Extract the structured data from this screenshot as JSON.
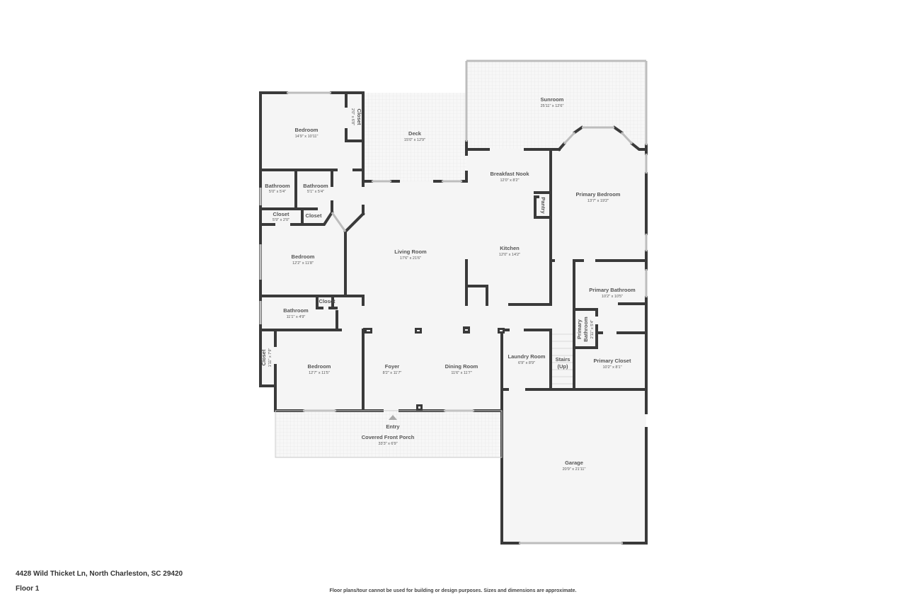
{
  "address": "4428 Wild Thicket Ln, North Charleston, SC 29420",
  "floor_label": "Floor 1",
  "disclaimer": "Floor plans/tour cannot be used for building or design purposes. Sizes and dimensions are approximate.",
  "colors": {
    "wall": "#3a3a3a",
    "floor": "#f5f5f5",
    "window": "#bdbdbd",
    "text": "#555555",
    "background": "#ffffff"
  },
  "entry_label": "Entry",
  "rooms": {
    "bedroom_nw": {
      "name": "Bedroom",
      "dims": "14'9\" x 10'11\""
    },
    "closet_nw": {
      "name": "Closet",
      "dims": "2'0\" x 6'8\""
    },
    "deck": {
      "name": "Deck",
      "dims": "15'0\" x 12'9\""
    },
    "sunroom": {
      "name": "Sunroom",
      "dims": "25'11\" x 12'6\""
    },
    "breakfast_nook": {
      "name": "Breakfast Nook",
      "dims": "12'0\" x 8'2\""
    },
    "pantry": {
      "name": "Pantry",
      "dims": ""
    },
    "primary_bedroom": {
      "name": "Primary Bedroom",
      "dims": "13'7\" x 19'2\""
    },
    "bathroom_1": {
      "name": "Bathroom",
      "dims": "5'0\" x 5'4\""
    },
    "bathroom_2": {
      "name": "Bathroom",
      "dims": "5'1\" x 5'4\""
    },
    "closet_w1": {
      "name": "Closet",
      "dims": "5'9\" x 2'0\""
    },
    "closet_w2": {
      "name": "Closet",
      "dims": ""
    },
    "bedroom_w": {
      "name": "Bedroom",
      "dims": "12'2\" x 11'8\""
    },
    "living_room": {
      "name": "Living Room",
      "dims": "17'6\" x 21'6\""
    },
    "kitchen": {
      "name": "Kitchen",
      "dims": "12'0\" x 14'2\""
    },
    "bathroom_3": {
      "name": "Bathroom",
      "dims": "11'1\" x 4'9\""
    },
    "closet_w3": {
      "name": "Closet",
      "dims": ""
    },
    "closet_sw": {
      "name": "Closet",
      "dims": "1'11\" x 7'9\""
    },
    "bedroom_sw": {
      "name": "Bedroom",
      "dims": "12'7\" x 11'5\""
    },
    "foyer": {
      "name": "Foyer",
      "dims": "8'2\" x 11'7\""
    },
    "dining_room": {
      "name": "Dining Room",
      "dims": "11'6\" x 11'7\""
    },
    "laundry_room": {
      "name": "Laundry Room",
      "dims": "6'9\" x 8'9\""
    },
    "stairs": {
      "name": "Stairs",
      "sub": "(Up)"
    },
    "primary_bathroom": {
      "name": "Primary Bathroom",
      "dims": "10'2\" x 10'5\""
    },
    "primary_bathroom_small": {
      "name_line1": "Primary",
      "name_line2": "Bathroom",
      "dims": "2'11\" x 5'4\""
    },
    "primary_closet": {
      "name": "Primary Closet",
      "dims": "10'2\" x 8'1\""
    },
    "covered_front_porch": {
      "name": "Covered Front Porch",
      "dims": "33'3\" x 6'9\""
    },
    "garage": {
      "name": "Garage",
      "dims": "20'9\" x 21'11\""
    }
  }
}
